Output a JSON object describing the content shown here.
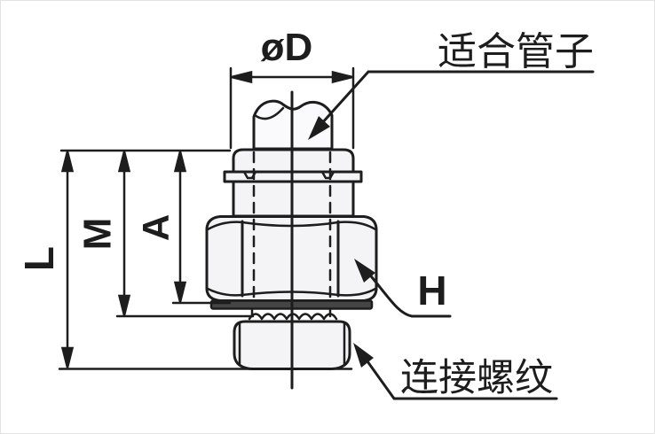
{
  "drawing": {
    "labels": {
      "tube_diameter": "øD",
      "fits_tube_note": "适合管子",
      "dim_L": "L",
      "dim_M": "M",
      "dim_A": "A",
      "hex_flats": "H",
      "connection_thread_note": "连接螺纹"
    },
    "colors": {
      "line": "#1d1d1d",
      "part_fill": "#f4f4f6",
      "tube_fill": "#fafafc",
      "washer_fill": "#454545",
      "background": "#ffffff"
    }
  }
}
